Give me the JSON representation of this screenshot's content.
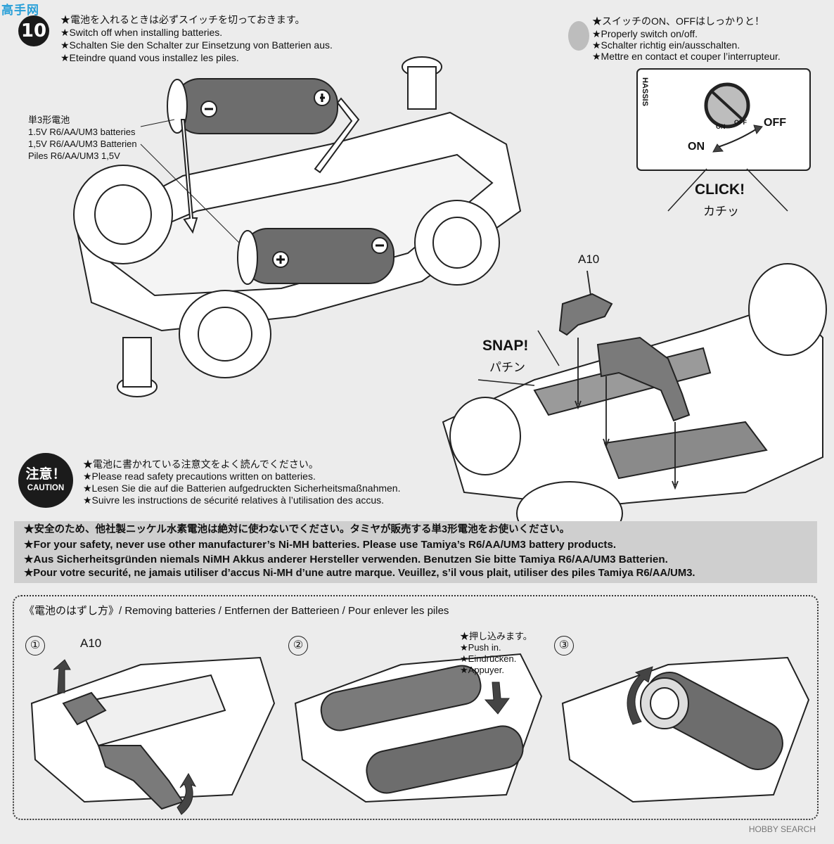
{
  "watermark": "高手网",
  "step_number": "10",
  "top_left_instructions": [
    "★電池を入れるときは必ずスイッチを切っておきます。",
    "★Switch off when installing batteries.",
    "★Schalten Sie den Schalter zur Einsetzung von Batterien aus.",
    "★Eteindre quand vous installez les piles."
  ],
  "top_right_instructions": [
    "★スイッチのON、OFFはしっかりと！",
    "★Properly switch on/off.",
    "★Schalter richtig ein/ausschalten.",
    "★Mettre en contact et couper l’interrupteur."
  ],
  "battery_label": [
    "単3形電池",
    "1.5V R6/AA/UM3 batteries",
    "1,5V R6/AA/UM3 Batterien",
    "Piles R6/AA/UM3 1,5V"
  ],
  "switch_detail": {
    "chassis_text": "HASSIS",
    "on_label": "ON",
    "off_label": "OFF",
    "small_on": "ON",
    "small_off": "OFF",
    "click_en": "CLICK!",
    "click_jp": "カチッ"
  },
  "part_label_main": "A10",
  "snap_en": "SNAP!",
  "snap_jp": "パチン",
  "caution_badge": {
    "jp": "注意！",
    "en": "CAUTION"
  },
  "caution_lines": [
    "★電池に書かれている注意文をよく読んでください。",
    "★Please read safety precautions written on batteries.",
    "★Lesen Sie die auf die Batterien aufgedruckten Sicherheitsmaßnahmen.",
    "★Suivre les instructions de sécurité relatives à l’utilisation des accus."
  ],
  "safety_lines": [
    "★安全のため、他社製ニッケル水素電池は絶対に使わないでください。タミヤが販売する単3形電池をお使いください。",
    "★For your safety, never use other manufacturer’s Ni-MH batteries. Please use Tamiya’s R6/AA/UM3 battery products.",
    "★Aus Sicherheitsgründen niemals NiMH Akkus anderer Hersteller verwenden. Benutzen Sie bitte Tamiya R6/AA/UM3 Batterien.",
    "★Pour votre securité, ne jamais utiliser d’accus Ni-MH d’une autre marque. Veuillez, s’il vous plait, utiliser des piles Tamiya R6/AA/UM3."
  ],
  "removal": {
    "title": "《電池のはずし方》/ Removing batteries / Entfernen der Batterieen / Pour enlever les piles",
    "step1_num": "①",
    "step1_part": "A10",
    "step2_num": "②",
    "step2_notes": [
      "★押し込みます。",
      "★Push in.",
      "★Eindrücken.",
      "★Appuyer."
    ],
    "step3_num": "③"
  },
  "footer_credit": "HOBBY SEARCH",
  "colors": {
    "background": "#ececec",
    "battery_gray": "#6d6d6d",
    "panel_gray": "#cfcfcf",
    "ink": "#111111"
  }
}
